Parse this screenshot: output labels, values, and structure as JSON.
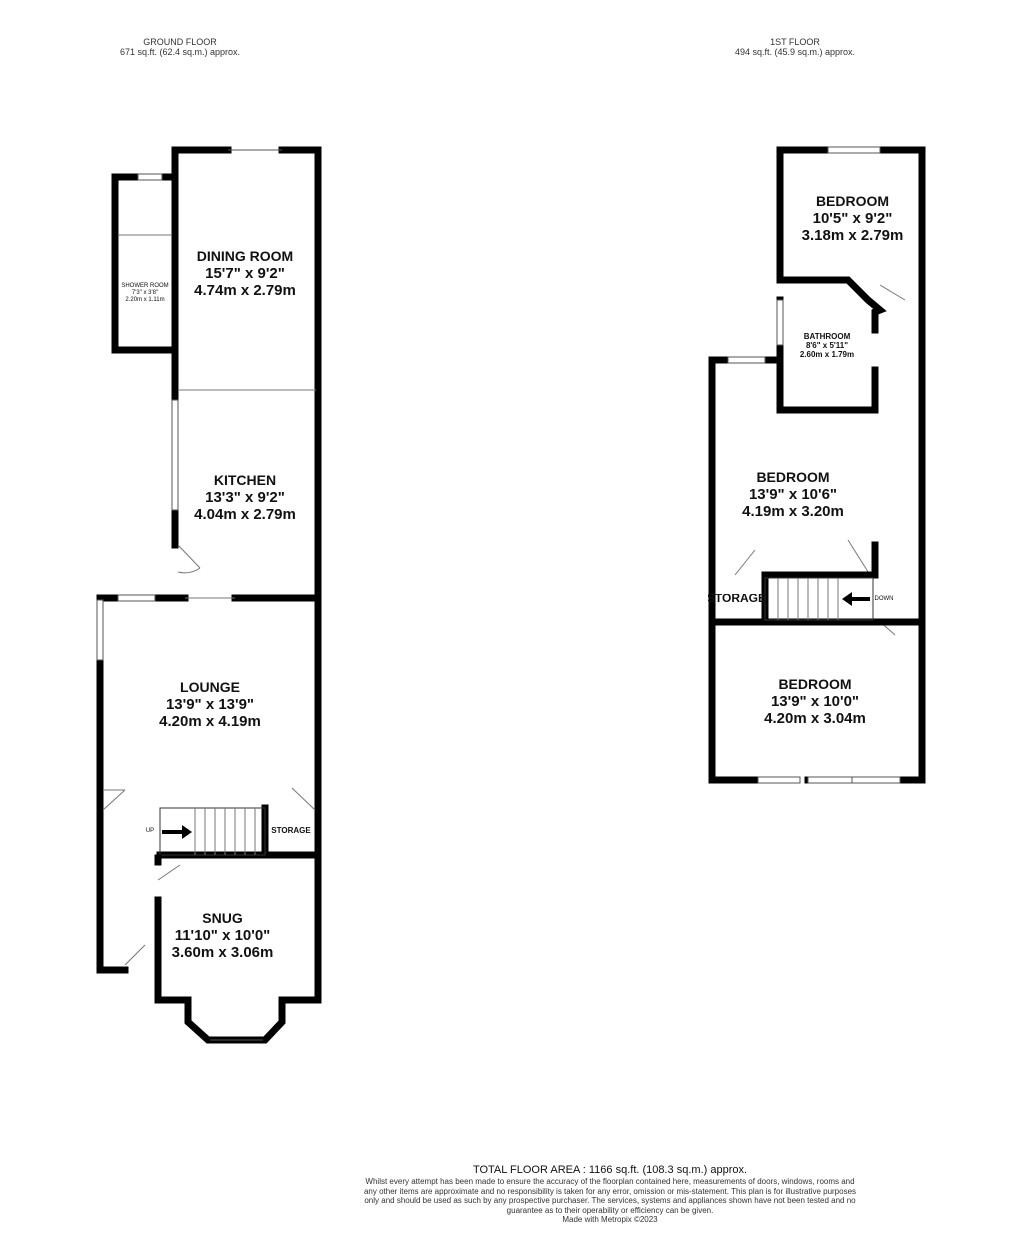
{
  "ground_floor": {
    "title": "GROUND FLOOR",
    "area": "671 sq.ft. (62.4 sq.m.) approx.",
    "rooms": [
      {
        "name": "DINING ROOM",
        "imperial": "15'7\" x 9'2\"",
        "metric": "4.74m x 2.79m"
      },
      {
        "name": "KITCHEN",
        "imperial": "13'3\" x 9'2\"",
        "metric": "4.04m x 2.79m"
      },
      {
        "name": "LOUNGE",
        "imperial": "13'9\" x 13'9\"",
        "metric": "4.20m x 4.19m"
      },
      {
        "name": "SNUG",
        "imperial": "11'10\" x 10'0\"",
        "metric": "3.60m x 3.06m"
      },
      {
        "name": "SHOWER ROOM",
        "imperial": "7'3\" x 3'8\"",
        "metric": "2.20m x 1.11m"
      }
    ],
    "storage_label": "STORAGE",
    "stairs_label": "UP"
  },
  "first_floor": {
    "title": "1ST FLOOR",
    "area": "494 sq.ft. (45.9 sq.m.) approx.",
    "rooms": [
      {
        "name": "BEDROOM",
        "imperial": "10'5\" x 9'2\"",
        "metric": "3.18m x 2.79m"
      },
      {
        "name": "BATHROOM",
        "imperial": "8'6\" x 5'11\"",
        "metric": "2.60m x 1.79m"
      },
      {
        "name": "BEDROOM",
        "imperial": "13'9\" x 10'6\"",
        "metric": "4.19m x 3.20m"
      },
      {
        "name": "BEDROOM",
        "imperial": "13'9\" x 10'0\"",
        "metric": "4.20m x 3.04m"
      }
    ],
    "storage_label": "STORAGE",
    "stairs_label": "DOWN"
  },
  "footer": {
    "total": "TOTAL FLOOR AREA : 1166 sq.ft. (108.3 sq.m.) approx.",
    "disclaimer": "Whilst every attempt has been made to ensure the accuracy of the floorplan contained here, measurements of doors, windows, rooms and any other items are approximate and no responsibility is taken for any error, omission or mis-statement. This plan is for illustrative purposes only and should be used as such by any prospective purchaser. The services, systems and appliances shown have not been tested and no guarantee as to their operability or efficiency can be given.",
    "credit": "Made with Metropix ©2023"
  }
}
